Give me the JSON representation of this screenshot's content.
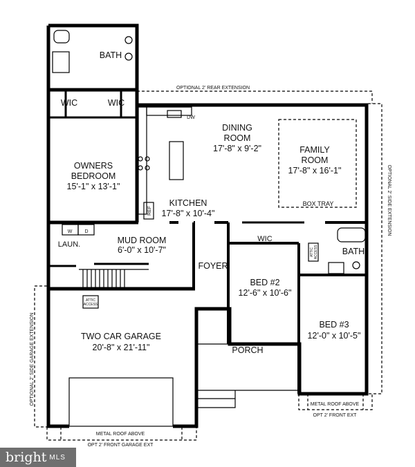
{
  "rooms": {
    "bath_owner": "BATH",
    "wic_left": "WIC",
    "wic_right": "WIC",
    "owners_bedroom_1": "OWNERS",
    "owners_bedroom_2": "BEDROOM",
    "owners_bedroom_dim": "15'-1\" x 13'-1\"",
    "dining_1": "DINING",
    "dining_2": "ROOM",
    "dining_dim": "17'-8\" x 9'-2\"",
    "family_1": "FAMILY",
    "family_2": "ROOM",
    "family_dim": "17'-8\" x 16'-1\"",
    "box_tray": "BOX TRAY",
    "kitchen": "KITCHEN",
    "kitchen_dim": "17'-8\" x 10'-4\"",
    "ref": "REF",
    "dw": "DW",
    "mud_room": "MUD ROOM",
    "mud_room_dim": "6'-0\" x 10'-7\"",
    "laundry": "LAUN.",
    "washer": "W",
    "dryer": "D",
    "foyer": "FOYER",
    "wic_bed2": "WIC",
    "bed2": "BED #2",
    "bed2_dim": "12'-6\" x 10'-6\"",
    "bath_hall": "BATH",
    "bed3": "BED #3",
    "bed3_dim": "12'-0\" x 10'-5\"",
    "porch": "PORCH",
    "garage": "TWO CAR GARAGE",
    "garage_dim": "20'-8\" x 21'-11\"",
    "attic_1": "ATTIC",
    "attic_2": "ACCESS"
  },
  "notes": {
    "rear_ext": "OPTIONAL 2' REAR EXTENSION",
    "side_ext": "OPTIONAL 2' SIDE EXTENSION",
    "side_garage_ext": "OPTIONAL 2' SIDE GARAGE EXTENSION",
    "metal_roof_garage": "METAL ROOF ABOVE",
    "front_garage_ext": "OPT 2' FRONT GARAGE EXT",
    "metal_roof_bed3": "METAL ROOF ABOVE",
    "front_ext": "OPT 2' FRONT EXT"
  },
  "watermark": {
    "brand": "bright",
    "suffix": "MLS"
  }
}
